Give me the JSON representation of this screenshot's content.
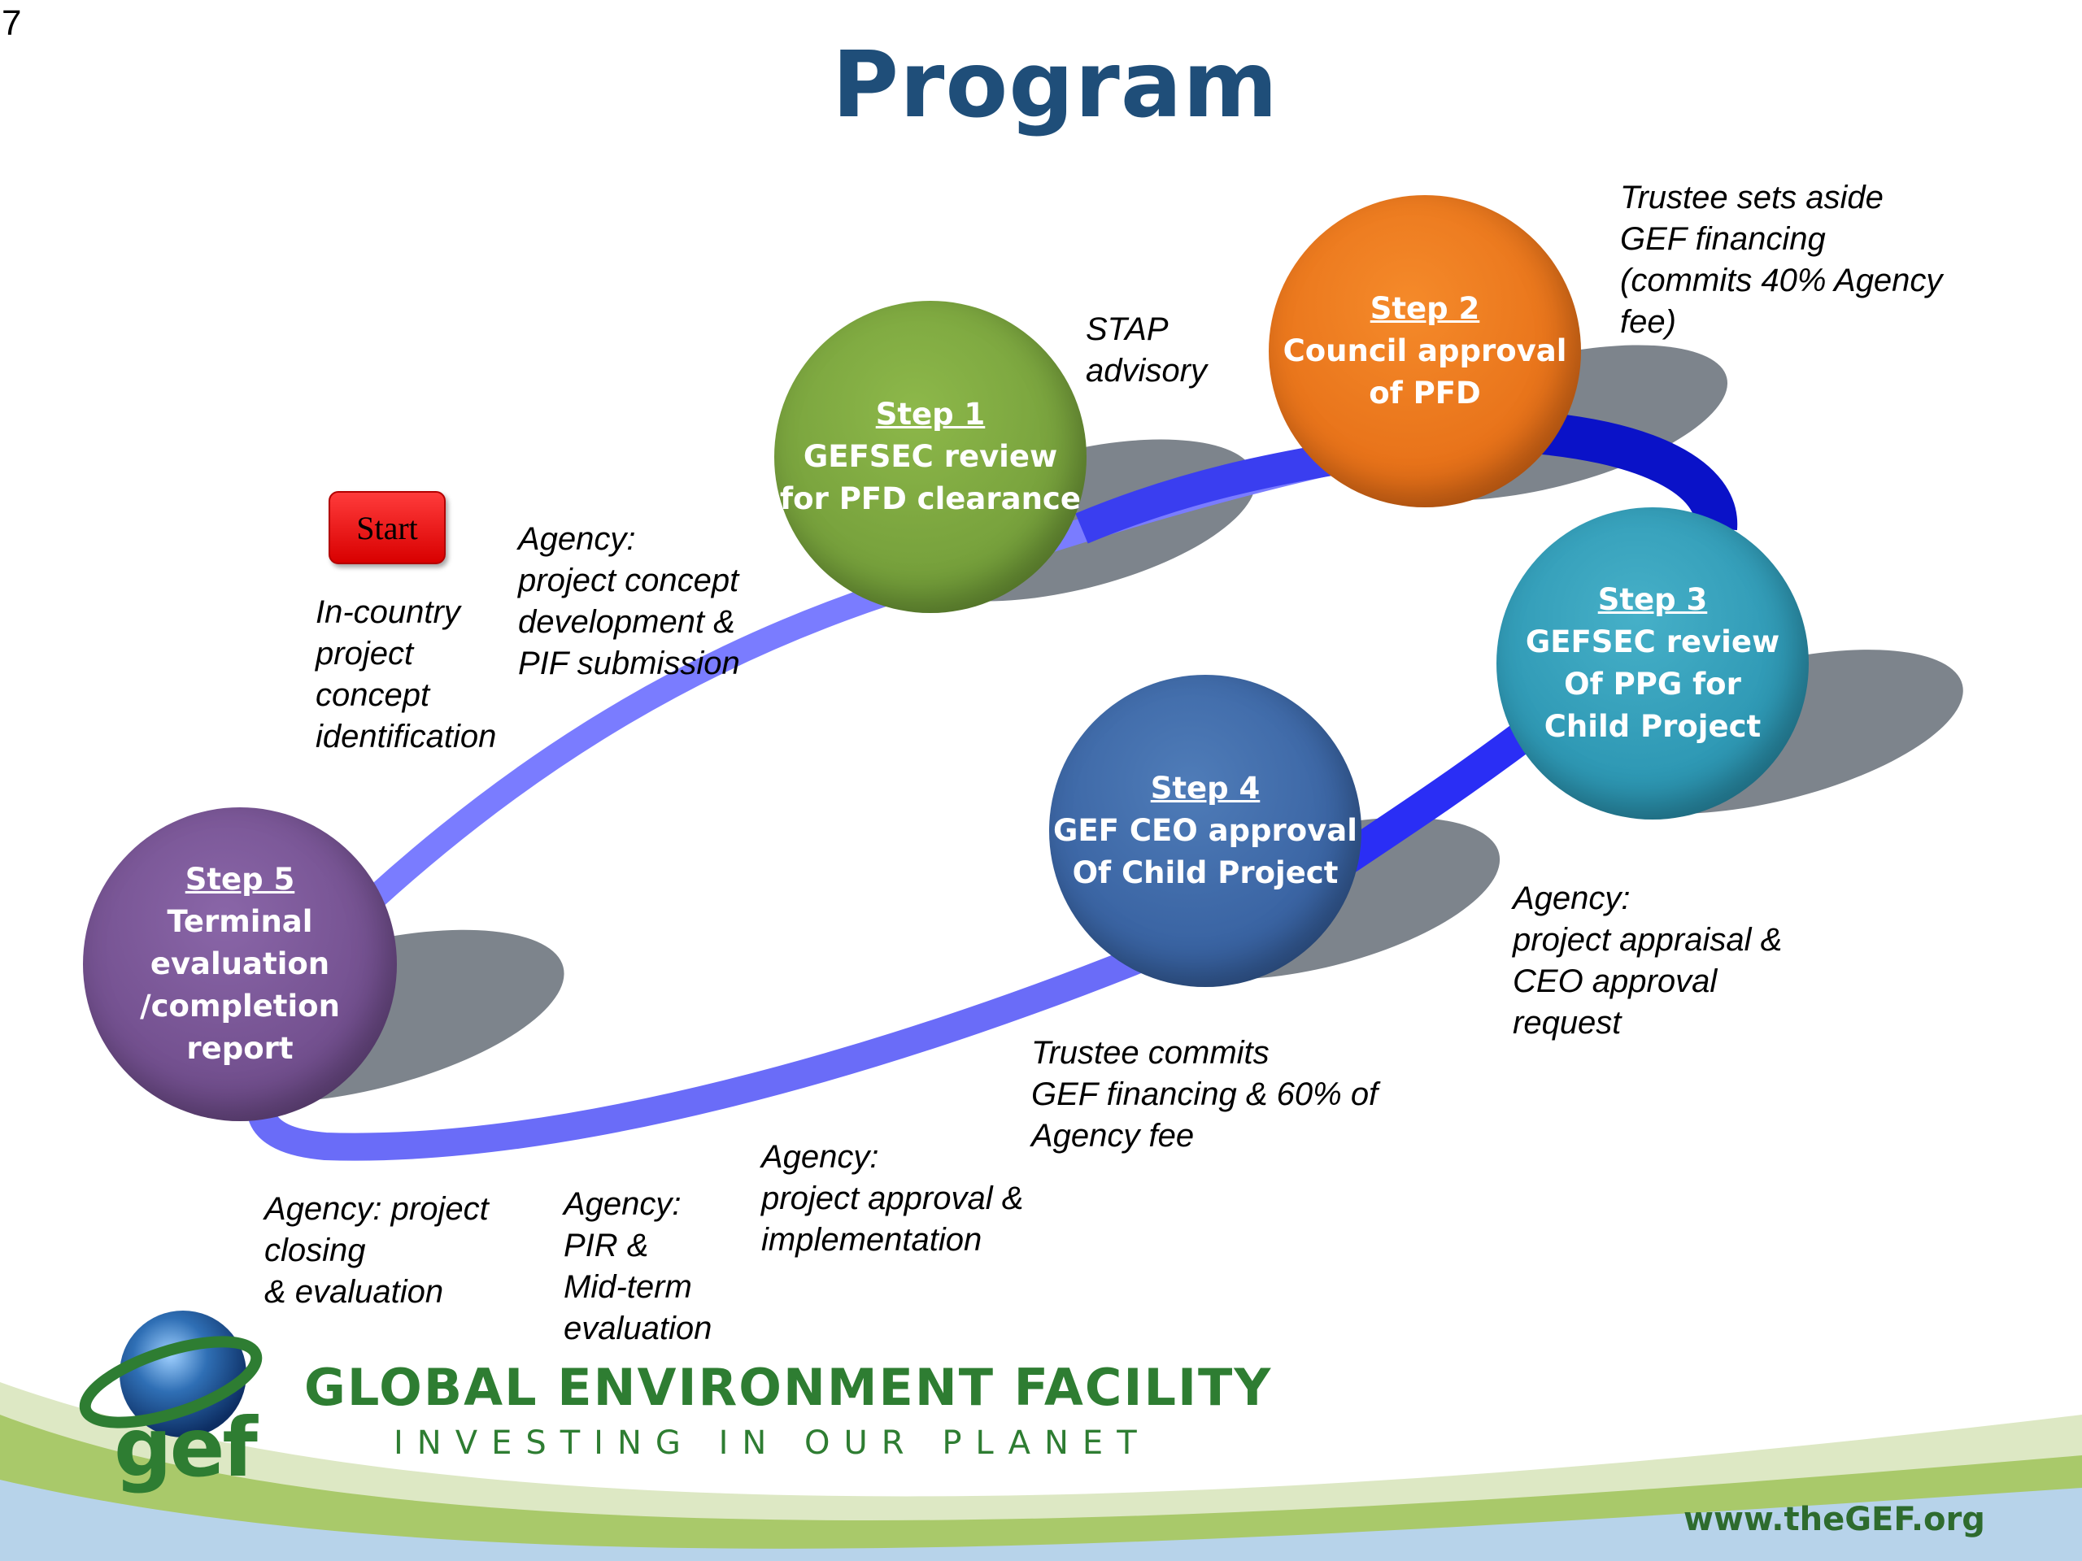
{
  "slide_number": "7",
  "title": "Program",
  "start_button": "Start",
  "steps": [
    {
      "num": "Step 1",
      "lines": [
        "GEFSEC review",
        "for PFD clearance"
      ]
    },
    {
      "num": "Step 2",
      "lines": [
        "Council approval",
        "of PFD"
      ]
    },
    {
      "num": "Step 3",
      "lines": [
        "GEFSEC review",
        "Of PPG for",
        "Child Project"
      ]
    },
    {
      "num": "Step 4",
      "lines": [
        "GEF CEO approval",
        "Of Child Project"
      ]
    },
    {
      "num": "Step 5",
      "lines": [
        "Terminal evaluation",
        "/completion",
        "report"
      ]
    }
  ],
  "notes": {
    "in_country": "In-country\nproject\nconcept\nidentification",
    "agency_concept": "Agency:\nproject concept\ndevelopment &\nPIF submission",
    "stap": "STAP\nadvisory",
    "trustee_aside": "Trustee sets aside\nGEF financing\n(commits 40% Agency\nfee)",
    "agency_appraisal": "Agency:\nproject appraisal &\nCEO approval\nrequest",
    "trustee_commits": "Trustee commits\nGEF financing & 60% of\nAgency fee",
    "agency_approval": "Agency:\nproject approval &\nimplementation",
    "agency_pir": "Agency:\nPIR &\nMid-term\nevaluation",
    "agency_closing": "Agency: project\nclosing\n& evaluation"
  },
  "footer": {
    "org_name": "GLOBAL ENVIRONMENT FACILITY",
    "tagline": "INVESTING IN OUR PLANET",
    "logo_text": "gef",
    "url": "www.theGEF.org"
  }
}
